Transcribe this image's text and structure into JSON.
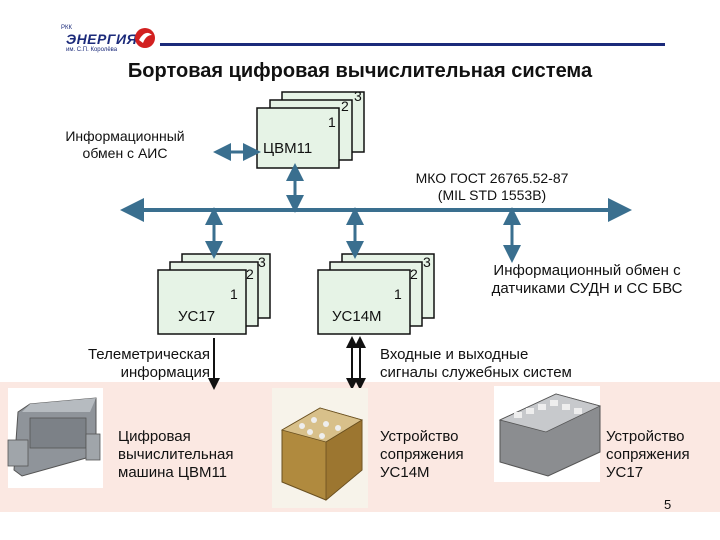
{
  "logo": {
    "prefix": "РКК",
    "name": "ЭНЕРГИЯ",
    "subtitle": "им. С.П. Королёва"
  },
  "title": "Бортовая цифровая вычислительная система",
  "left_label": "Информационный\nобмен с АИС",
  "cvm": {
    "label": "ЦВМ11",
    "num1": "1",
    "num2": "2",
    "num3": "3"
  },
  "bus_label": "МКО   ГОСТ 26765.52-87\n(MIL STD 1553B)",
  "us17": {
    "label": "УС17",
    "num1": "1",
    "num2": "2",
    "num3": "3"
  },
  "us14": {
    "label": "УС14М",
    "num1": "1",
    "num2": "2",
    "num3": "3"
  },
  "right_label": "Информационный обмен с\nдатчиками СУДН и СС БВС",
  "telemetry_label": "Телеметрическая\nинформация",
  "signals_label": "Входные и выходные\nсигналы служебных систем",
  "photos": {
    "cvm_caption": "Цифровая\nвычислительная\nмашина ЦВМ11",
    "us14_caption": "Устройство\nсопряжения\nУС14М",
    "us17_caption": "Устройство\nсопряжения\nУС17"
  },
  "page_number": "5",
  "colors": {
    "box_fill": "#e6f3e6",
    "bus": "#3a6f8f",
    "accent": "#1b2a7a",
    "logo_red": "#d22020",
    "photo_band": "#fbe8e2"
  }
}
